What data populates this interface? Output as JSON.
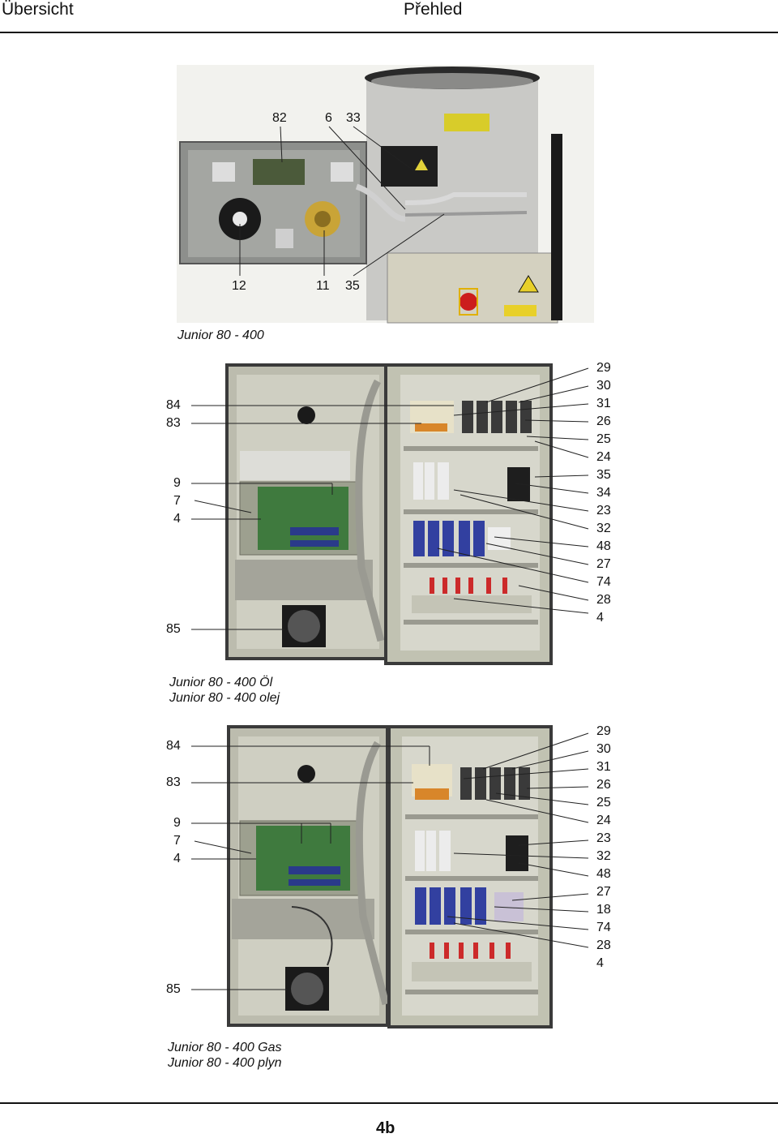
{
  "header": {
    "left_title": "Übersicht",
    "right_title": "Přehled"
  },
  "figure1": {
    "top_labels": [
      "82",
      "6",
      "33"
    ],
    "bottom_labels": [
      "12",
      "11",
      "35"
    ],
    "caption": "Junior 80 - 400"
  },
  "figure2": {
    "left_labels": [
      "84",
      "83",
      "9",
      "7",
      "4",
      "85"
    ],
    "right_labels": [
      "29",
      "30",
      "31",
      "26",
      "25",
      "24",
      "35",
      "34",
      "23",
      "32",
      "48",
      "27",
      "74",
      "28",
      "4"
    ],
    "caption_line1": "Junior 80 - 400 Öl",
    "caption_line2": "Junior 80 - 400 olej"
  },
  "figure3": {
    "left_labels": [
      "84",
      "83",
      "9",
      "7",
      "4",
      "85"
    ],
    "right_labels": [
      "29",
      "30",
      "31",
      "26",
      "25",
      "24",
      "23",
      "32",
      "48",
      "27",
      "18",
      "74",
      "28",
      "4"
    ],
    "caption_line1": "Junior 80 - 400 Gas",
    "caption_line2": "Junior 80 - 400 plyn"
  },
  "footer": {
    "page_number": "4b"
  }
}
